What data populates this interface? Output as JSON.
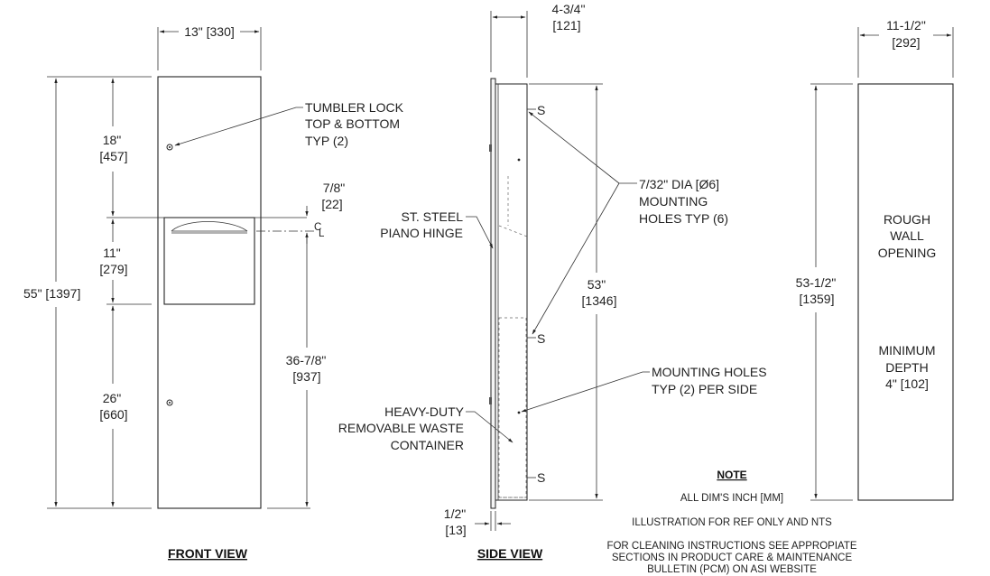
{
  "front_view": {
    "label": "FRONT VIEW",
    "width_dim": "13\" [330]",
    "height_dim": "55\" [1397]",
    "top_dim_in": "18\"",
    "top_dim_mm": "[457]",
    "mid_dim_in": "11\"",
    "mid_dim_mm": "[279]",
    "bottom_dim_in": "26\"",
    "bottom_dim_mm": "[660]",
    "cl_dim_in": "36-7/8\"",
    "cl_dim_mm": "[937]",
    "gap_dim_in": "7/8\"",
    "gap_dim_mm": "[22]",
    "cl_symbol": "C",
    "cl_symbol_sub": "L",
    "lock_label_1": "TUMBLER LOCK",
    "lock_label_2": "TOP & BOTTOM",
    "lock_label_3": "TYP (2)"
  },
  "side_view": {
    "label": "SIDE VIEW",
    "depth_dim_in": "4-3/4\"",
    "depth_dim_mm": "[121]",
    "flange_dim_in": "1/2\"",
    "flange_dim_mm": "[13]",
    "height_dim_in": "53\"",
    "height_dim_mm": "[1346]",
    "hinge_label_1": "ST. STEEL",
    "hinge_label_2": "PIANO HINGE",
    "holes_label_1": "7/32\" DIA [Ø6]",
    "holes_label_2": "MOUNTING",
    "holes_label_3": "HOLES TYP (6)",
    "mount_label_1": "MOUNTING HOLES",
    "mount_label_2": "TYP (2) PER SIDE",
    "waste_label_1": "HEAVY-DUTY",
    "waste_label_2": "REMOVABLE WASTE",
    "waste_label_3": "CONTAINER",
    "hole_marker": "S"
  },
  "rough_opening": {
    "width_dim_in": "11-1/2\"",
    "width_dim_mm": "[292]",
    "height_dim_in": "53-1/2\"",
    "height_dim_mm": "[1359]",
    "label_1": "ROUGH",
    "label_2": "WALL",
    "label_3": "OPENING",
    "depth_1": "MINIMUM",
    "depth_2": "DEPTH",
    "depth_3": "4\" [102]"
  },
  "notes": {
    "heading": "NOTE",
    "line_1": "ALL DIM'S INCH [MM]",
    "line_2": "ILLUSTRATION FOR REF ONLY AND NTS",
    "line_3": "FOR CLEANING INSTRUCTIONS SEE APPROPIATE",
    "line_4": "SECTIONS IN PRODUCT CARE & MAINTENANCE",
    "line_5": "BULLETIN (PCM) ON ASI WEBSITE"
  }
}
